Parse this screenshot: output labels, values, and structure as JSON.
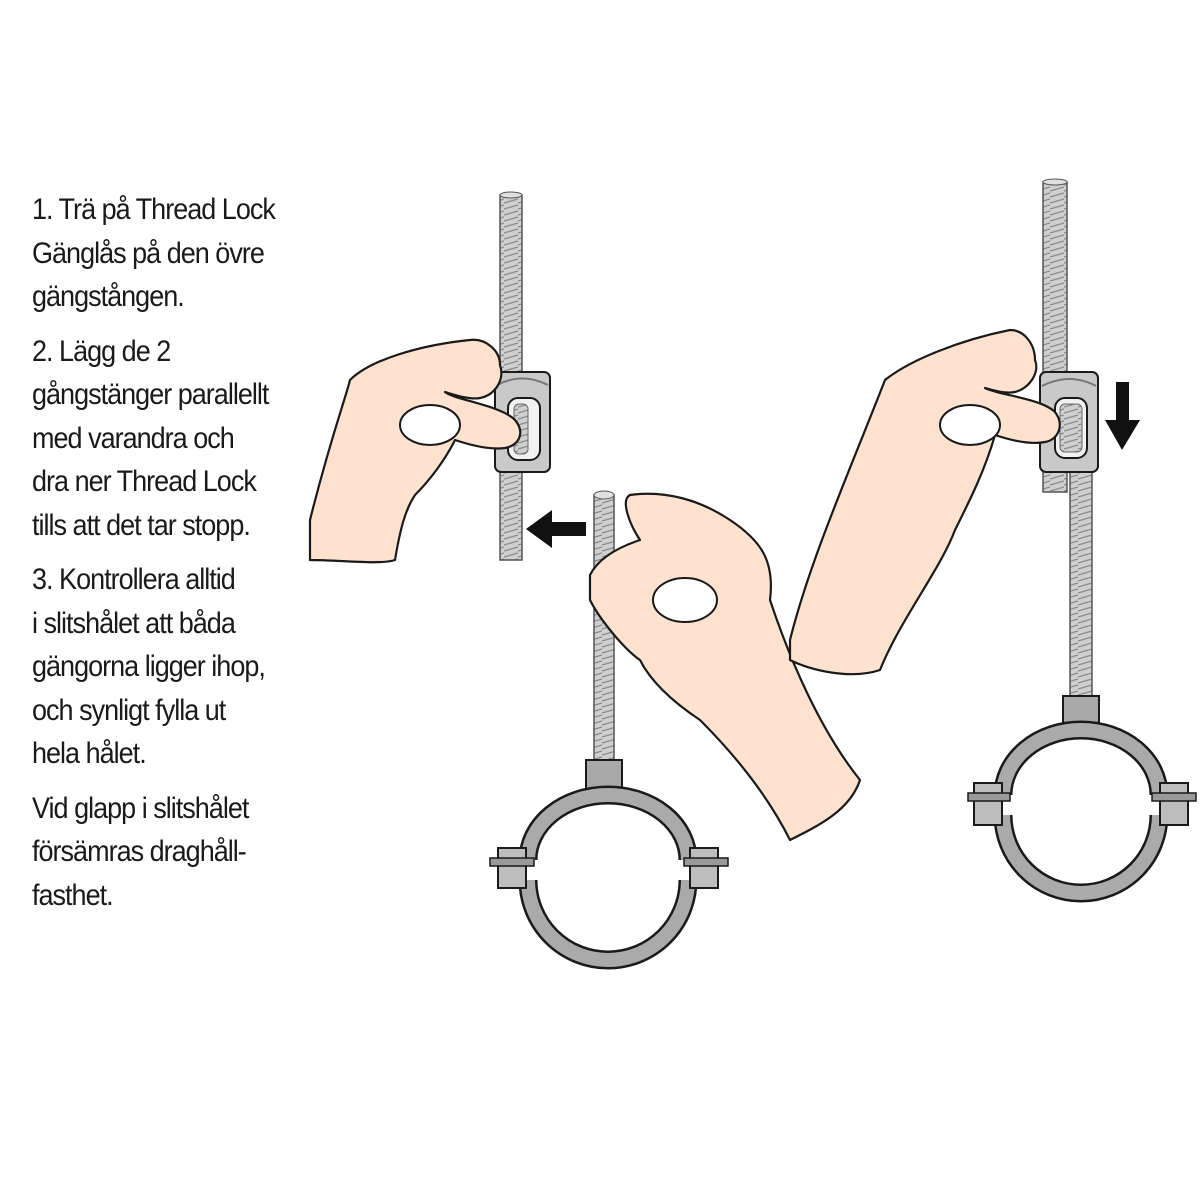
{
  "instructions": {
    "step1": "1. Trä på Thread Lock\nGänglås på den övre\ngängstången.",
    "step2": "2. Lägg de 2\ngångstänger parallellt\nmed varandra och\ndra ner Thread Lock\ntills att det tar stopp.",
    "step3": "3. Kontrollera alltid\ni slitshålet att båda\ngängorna ligger ihop,\noch synligt fylla ut\nhela hålet.",
    "note": "Vid glapp i slitshålet\nförsämras draghåll-\nfasthet."
  },
  "colors": {
    "skin": "#fde3cf",
    "outline": "#1a1a1a",
    "metal": "#c9c9c9",
    "metal_dark": "#9a9a9a",
    "clamp": "#aaaaaa",
    "arrow": "#111111"
  },
  "icons": {
    "arrow_left": "arrow-left-icon",
    "arrow_down": "arrow-down-icon"
  }
}
